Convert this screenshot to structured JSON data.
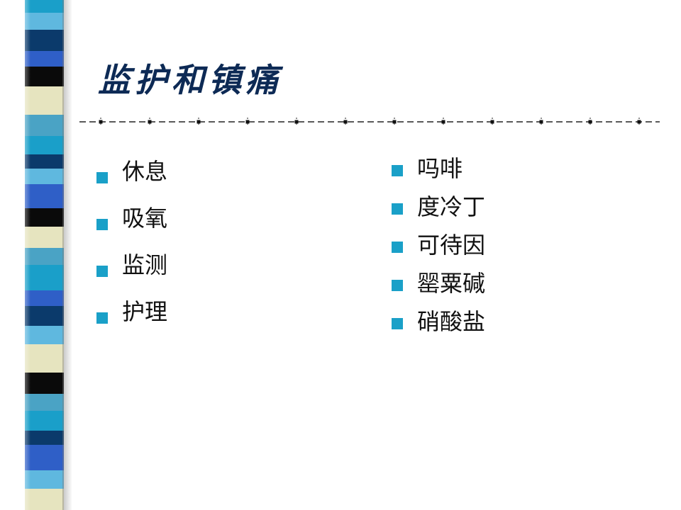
{
  "slide": {
    "title": "监护和镇痛",
    "left_items": [
      "休息",
      "吸氧",
      "监测",
      "护理"
    ],
    "right_items": [
      "吗啡",
      "度冷丁",
      "可待因",
      "罂粟碱",
      "硝酸盐"
    ]
  },
  "theme": {
    "title_color": "#0d2a55",
    "bullet_color": "#1aa0c8",
    "band_colors": [
      "#1a9fc9",
      "#5fb8df",
      "#0b3a6b",
      "#2f5fc7",
      "#0a0a0a",
      "#e6e4bf",
      "#4aa3c5"
    ]
  },
  "icons": {
    "bullet": "square-bullet-icon",
    "divider": "dotted-divider-line"
  }
}
